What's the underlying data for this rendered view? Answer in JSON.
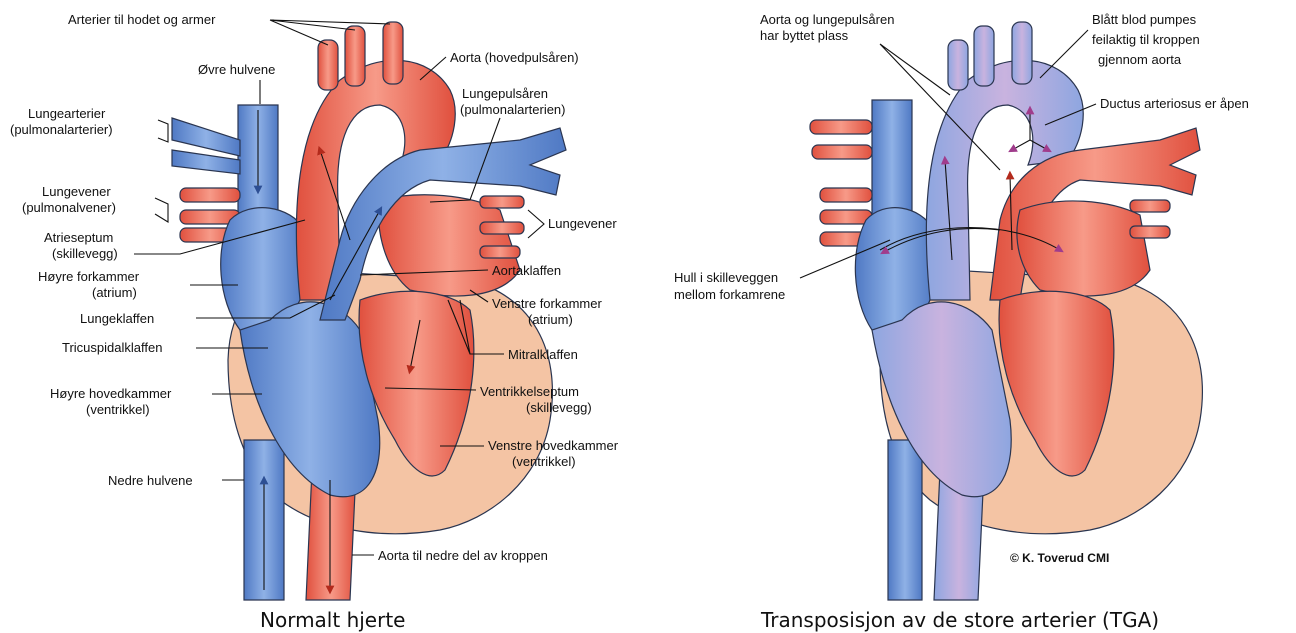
{
  "left": {
    "caption": "Normalt hjerte",
    "labels": {
      "arterier_hode": "Arterier til hodet og armer",
      "ovre_hulvene": "Øvre hulvene",
      "aorta": "Aorta (hovedpulsåren)",
      "lungearterier_1": "Lungearterier",
      "lungearterier_2": "(pulmonalarterier)",
      "lungepulsaren_1": "Lungepulsåren",
      "lungepulsaren_2": "(pulmonalarterien)",
      "lungevener_l_1": "Lungevener",
      "lungevener_l_2": "(pulmonalvener)",
      "lungevener_r": "Lungevener",
      "atrieseptum_1": "Atrieseptum",
      "atrieseptum_2": "(skillevegg)",
      "hoyre_forkammer_1": "Høyre forkammer",
      "hoyre_forkammer_2": "(atrium)",
      "aortaklaffen": "Aortaklaffen",
      "venstre_forkammer_1": "Venstre forkammer",
      "venstre_forkammer_2": "(atrium)",
      "lungeklaffen": "Lungeklaffen",
      "tricuspidal": "Tricuspidalklaffen",
      "mitralklaffen": "Mitralklaffen",
      "hoyre_hovedkammer_1": "Høyre hovedkammer",
      "hoyre_hovedkammer_2": "(ventrikkel)",
      "ventrikkelseptum_1": "Ventrikkelseptum",
      "ventrikkelseptum_2": "(skillevegg)",
      "venstre_hovedkammer_1": "Venstre hovedkammer",
      "venstre_hovedkammer_2": "(ventrikkel)",
      "nedre_hulvene": "Nedre hulvene",
      "aorta_nedre": "Aorta til nedre del av kroppen"
    }
  },
  "right": {
    "caption": "Transposisjon av de store arterier (TGA)",
    "labels": {
      "byttet_1": "Aorta og lungepulsåren",
      "byttet_2": "har byttet plass",
      "blatt_1": "Blått blod pumpes",
      "blatt_2": "feilaktig til kroppen",
      "blatt_3": "gjennom aorta",
      "ductus": "Ductus arteriosus er åpen",
      "hull_1": "Hull i skilleveggen",
      "hull_2": "mellom forkamrene"
    },
    "copyright": "© K. Toverud CMI"
  },
  "colors": {
    "oxygenated_red": "#ef6f5e",
    "deoxygenated_blue": "#6b93d6",
    "heart_tissue": "#f4c4a4",
    "mixed_purple": "#b590c8"
  }
}
